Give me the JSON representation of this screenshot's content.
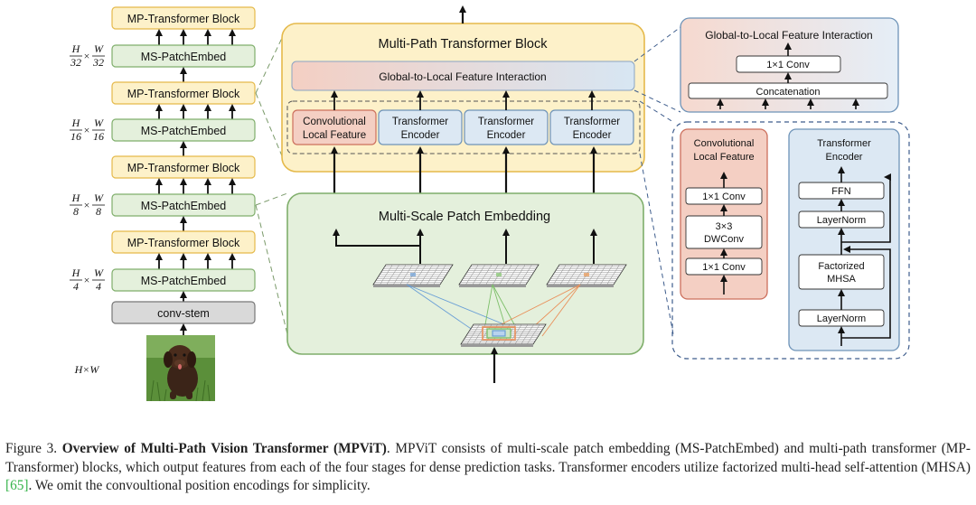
{
  "left_column": {
    "blocks": [
      {
        "label": "MP-Transformer Block",
        "kind": "mp"
      },
      {
        "label": "MS-PatchEmbed",
        "kind": "ms"
      },
      {
        "label": "MP-Transformer Block",
        "kind": "mp"
      },
      {
        "label": "MS-PatchEmbed",
        "kind": "ms"
      },
      {
        "label": "MP-Transformer Block",
        "kind": "mp"
      },
      {
        "label": "MS-PatchEmbed",
        "kind": "ms"
      },
      {
        "label": "MP-Transformer Block",
        "kind": "mp"
      },
      {
        "label": "MS-PatchEmbed",
        "kind": "ms"
      },
      {
        "label": "conv-stem",
        "kind": "stem"
      }
    ],
    "scales": [
      {
        "num": "H",
        "den": "32",
        "num2": "W",
        "den2": "32"
      },
      {
        "num": "H",
        "den": "16",
        "num2": "W",
        "den2": "16"
      },
      {
        "num": "H",
        "den": "8",
        "num2": "W",
        "den2": "8"
      },
      {
        "num": "H",
        "den": "4",
        "num2": "W",
        "den2": "4"
      }
    ],
    "input_label": "H×W"
  },
  "mp_block": {
    "title": "Multi-Path Transformer Block",
    "interaction": "Global-to-Local Feature Interaction",
    "paths": [
      {
        "line1": "Convolutional",
        "line2": "Local Feature",
        "kind": "conv"
      },
      {
        "line1": "Transformer",
        "line2": "Encoder",
        "kind": "trans"
      },
      {
        "line1": "Transformer",
        "line2": "Encoder",
        "kind": "trans"
      },
      {
        "line1": "Transformer",
        "line2": "Encoder",
        "kind": "trans"
      }
    ]
  },
  "ms_block": {
    "title": "Multi-Scale Patch Embedding"
  },
  "gl_detail": {
    "title": "Global-to-Local Feature Interaction",
    "conv": "1×1 Conv",
    "concat": "Concatenation"
  },
  "conv_detail": {
    "title1": "Convolutional",
    "title2": "Local Feature",
    "top": "1×1  Conv",
    "mid1": "3×3",
    "mid2": "DWConv",
    "bottom": "1×1 Conv"
  },
  "trans_detail": {
    "title1": "Transformer",
    "title2": "Encoder",
    "ffn": "FFN",
    "ln1": "LayerNorm",
    "mhsa1": "Factorized",
    "mhsa2": "MHSA",
    "ln2": "LayerNorm"
  },
  "caption": {
    "prefix": "Figure 3. ",
    "bold": "Overview of Multi-Path Vision Transformer (MPViT)",
    "text1": ". MPViT consists of multi-scale patch embedding (MS-PatchEmbed) and multi-path transformer (MP-Transformer) blocks, which output features from each of the four stages for dense prediction tasks. Transformer encoders utilize factorized multi-head self-attention (MHSA) ",
    "ref": "[65]",
    "text2": ". We omit the convoultional position encodings for simplicity."
  },
  "colors": {
    "yellow_fill": "#fdf1c9",
    "yellow_stroke": "#e5b94a",
    "green_fill": "#e4f0dc",
    "green_stroke": "#7fae6b",
    "red_fill": "#f4cfc3",
    "red_stroke": "#cc6f5c",
    "blue_fill": "#dce8f3",
    "blue_stroke": "#6e93b8",
    "gray_fill": "#d9d9d9"
  }
}
